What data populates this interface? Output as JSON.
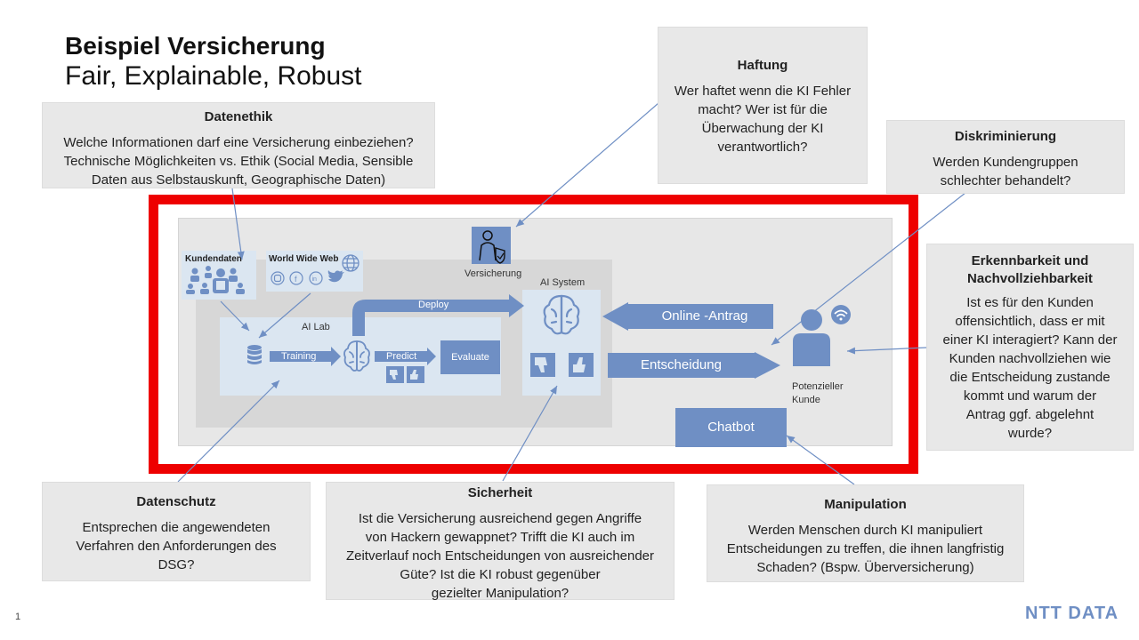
{
  "title": {
    "main": "Beispiel Versicherung",
    "sub": "Fair, Explainable, Robust"
  },
  "callouts": {
    "datenethik": {
      "head": "Datenethik",
      "body": "Welche Informationen darf eine Versicherung einbeziehen?\nTechnische Möglichkeiten vs. Ethik (Social Media, Sensible\nDaten aus Selbstauskunft, Geographische Daten)"
    },
    "haftung": {
      "head": "Haftung",
      "body": "Wer haftet wenn die KI Fehler\nmacht? Wer ist für die\nÜberwachung der KI\nverantwortlich?"
    },
    "diskriminierung": {
      "head": "Diskriminierung",
      "body": "Werden Kundengruppen\nschlechter behandelt?"
    },
    "erkennbarkeit": {
      "head": "Erkennbarkeit und\nNachvollziehbarkeit",
      "body": "Ist es für den Kunden\noffensichtlich, dass er mit\neiner KI interagiert? Kann der\nKunden nachvollziehen wie\ndie Entscheidung zustande\nkommt und warum der\nAntrag ggf. abgelehnt\nwurde?"
    },
    "datenschutz": {
      "head": "Datenschutz",
      "body": "Entsprechen die angewendeten\nVerfahren den Anforderungen des\nDSG?"
    },
    "sicherheit": {
      "head": "Sicherheit",
      "body": "Ist die Versicherung ausreichend gegen Angriffe\nvon Hackern gewappnet? Trifft die KI auch im\nZeitverlauf noch Entscheidungen von ausreichender\nGüte? Ist die KI robust gegenüber\ngezielter Manipulation?"
    },
    "manipulation": {
      "head": "Manipulation",
      "body": "Werden Menschen durch KI manipuliert\nEntscheidungen zu treffen, die ihnen langfristig\nSchaden? (Bspw. Überversicherung)"
    }
  },
  "diagram": {
    "kundendaten": "Kundendaten",
    "www": "World Wide Web",
    "versicherung": "Versicherung",
    "ai_system": "AI System",
    "ai_lab": "AI Lab",
    "deploy": "Deploy",
    "training": "Training",
    "predict": "Predict",
    "evaluate": "Evaluate",
    "online_antrag": "Online -Antrag",
    "entscheidung": "Entscheidung",
    "chatbot": "Chatbot",
    "potenzieller_kunde": "Potenzieller\nKunde"
  },
  "icons": {
    "database": "database-icon",
    "brain": "brain-icon",
    "thumbs_up": "thumbs-up-icon",
    "thumbs_down": "thumbs-down-icon",
    "globe": "globe-icon",
    "person": "person-icon",
    "wifi": "wifi-icon",
    "people": "people-icon",
    "insurance_agent": "insurance-agent-icon"
  },
  "colors": {
    "accent_blue": "#6f8fc4",
    "frame_red": "#ee0000",
    "callout_gray": "#e8e8e8"
  },
  "footer": {
    "page_number": "1",
    "logo": "NTT DATA"
  }
}
